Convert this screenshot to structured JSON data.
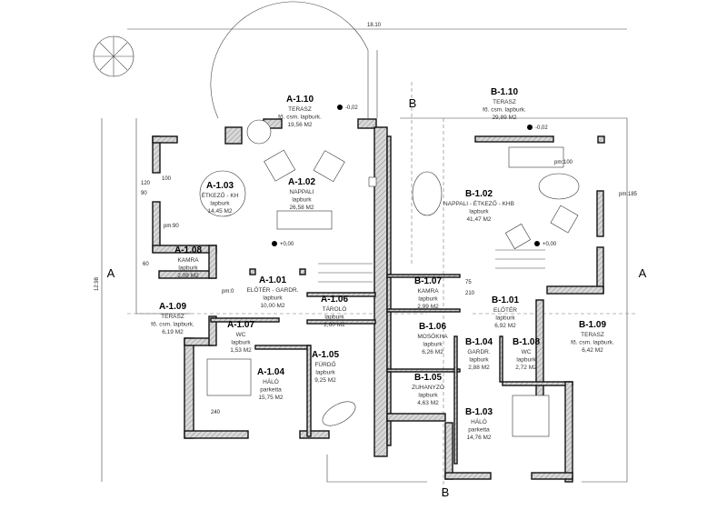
{
  "plan": {
    "overall_width": "18.10",
    "overall_depth": "12.98",
    "section_markers": {
      "a_left": "A",
      "a_right": "A",
      "b_top": "B",
      "b_bottom": "B"
    },
    "levels": {
      "floor": "+0,00",
      "terrace": "-0,02"
    },
    "rooms": [
      {
        "code": "A-1.10",
        "name": "TERASZ",
        "finish": "fő. csm. lapburk.",
        "area": "19,56 M2"
      },
      {
        "code": "B-1.10",
        "name": "TERASZ",
        "finish": "fő. csm. lapburk.",
        "area": "29,89 M2"
      },
      {
        "code": "A-1.03",
        "name": "ÉTKEZŐ - KH",
        "finish": "lapburk",
        "area": "14,45 M2"
      },
      {
        "code": "A-1.02",
        "name": "NAPPALI",
        "finish": "lapburk",
        "area": "26,58 M2"
      },
      {
        "code": "B-1.02",
        "name": "NAPPALI - ÉTKEZŐ - KHB",
        "finish": "lapburk",
        "area": "41,47 M2"
      },
      {
        "code": "A-1.08",
        "name": "KAMRA",
        "finish": "lapburk",
        "area": "2,09 M2"
      },
      {
        "code": "A-1.01",
        "name": "ELŐTÉR - GARDR.",
        "finish": "lapburk",
        "area": "10,00 M2"
      },
      {
        "code": "A-1.06",
        "name": "TÁROLÓ",
        "finish": "lapburk",
        "area": "2,60 M2"
      },
      {
        "code": "A-1.09",
        "name": "TERASZ",
        "finish": "fő. csm. lapburk.",
        "area": "6,19 M2"
      },
      {
        "code": "A-1.07",
        "name": "WC",
        "finish": "lapburk",
        "area": "1,53 M2"
      },
      {
        "code": "A-1.05",
        "name": "FÜRDŐ",
        "finish": "lapburk",
        "area": "9,25 M2"
      },
      {
        "code": "A-1.04",
        "name": "HÁLÓ",
        "finish": "parketta",
        "area": "15,75 M2"
      },
      {
        "code": "B-1.07",
        "name": "KAMRA",
        "finish": "lapburk",
        "area": "2,99 M2"
      },
      {
        "code": "B-1.01",
        "name": "ELŐTÉR",
        "finish": "lapburk",
        "area": "6,92 M2"
      },
      {
        "code": "B-1.06",
        "name": "MOSÓKHA",
        "finish": "lapburk",
        "area": "6,26 M2"
      },
      {
        "code": "B-1.09",
        "name": "TERASZ",
        "finish": "fő. csm. lapburk.",
        "area": "6,42 M2"
      },
      {
        "code": "B-1.04",
        "name": "GARDR.",
        "finish": "lapburk",
        "area": "2,88 M2"
      },
      {
        "code": "B-1.08",
        "name": "WC",
        "finish": "lapburk",
        "area": "2,72 M2"
      },
      {
        "code": "B-1.05",
        "name": "ZUHANYZÓ",
        "finish": "lapburk",
        "area": "4,63 M2"
      },
      {
        "code": "B-1.03",
        "name": "HÁLÓ",
        "finish": "parketta",
        "area": "14,76 M2"
      }
    ],
    "dimensions": [
      "120",
      "90",
      "60",
      "75",
      "210",
      "100",
      "240",
      "pm:100",
      "pm:90",
      "pm:0",
      "pm:185"
    ]
  }
}
